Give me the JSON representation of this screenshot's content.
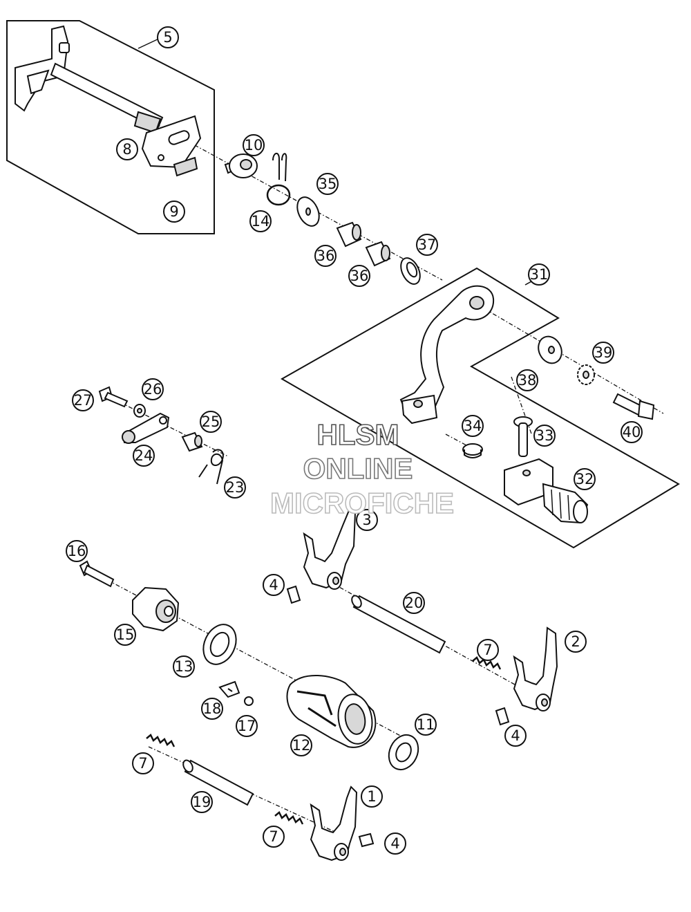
{
  "callouts": [
    "1",
    "2",
    "3",
    "4",
    "4",
    "4",
    "5",
    "7",
    "7",
    "7",
    "8",
    "9",
    "10",
    "11",
    "12",
    "13",
    "14",
    "15",
    "16",
    "17",
    "18",
    "19",
    "20",
    "23",
    "24",
    "25",
    "26",
    "27",
    "31",
    "32",
    "33",
    "34",
    "35",
    "36",
    "36",
    "37",
    "38",
    "39",
    "40"
  ],
  "watermark": {
    "line1": "HLSM",
    "line2": "ONLINE",
    "line3": "MICROFICHE",
    "color1": "#555555",
    "color2": "#777777",
    "color3": "#bbbbbb"
  }
}
